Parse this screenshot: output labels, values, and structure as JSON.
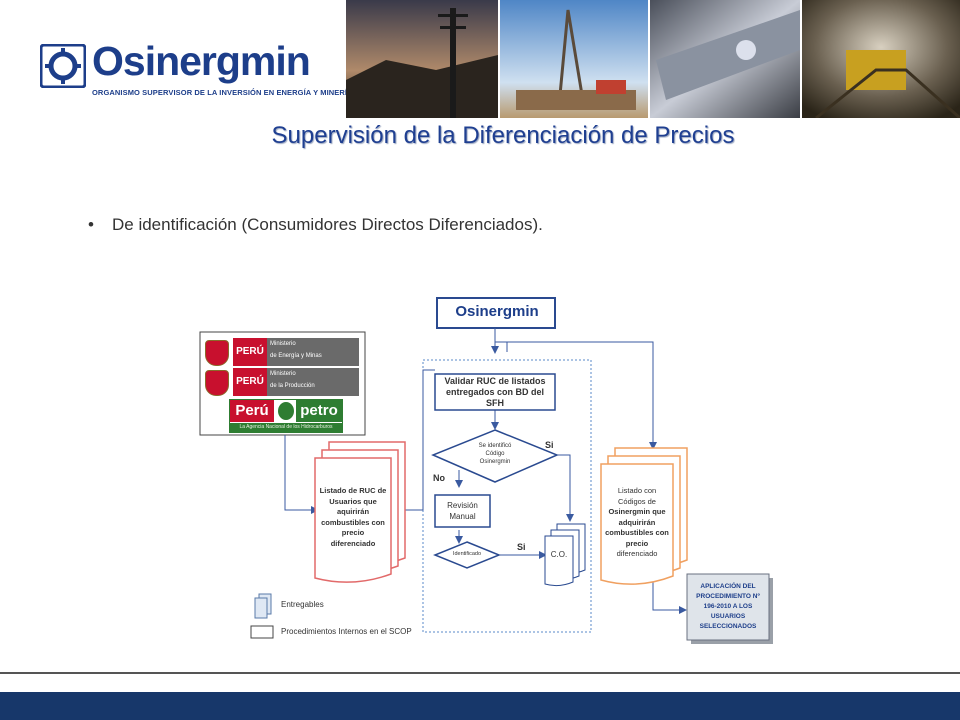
{
  "header": {
    "logo_name": "Osinergmin",
    "logo_subtitle": "ORGANISMO SUPERVISOR DE LA INVERSIÓN EN ENERGÍA Y MINERÍA",
    "photos": [
      "power-lines-photo",
      "drilling-rig-photo",
      "pipeline-welding-photo",
      "mine-tunnel-photo"
    ]
  },
  "slide": {
    "title": "Supervisión de la Diferenciación de Precios",
    "bullet": "De identificación  (Consumidores Directos Diferenciados)."
  },
  "diagram": {
    "top_logo": "Osinergmin",
    "ministry1_country": "PERÚ",
    "ministry1_name_l1": "Ministerio",
    "ministry1_name_l2": "de Energía y Minas",
    "ministry2_country": "PERÚ",
    "ministry2_name_l1": "Ministerio",
    "ministry2_name_l2": "de la Producción",
    "perupetro_a": "Perú",
    "perupetro_b": "petro",
    "perupetro_tagline": "La Agencia Nacional de los Hidrocarburos",
    "left_doc": [
      "Listado de RUC de",
      "Usuarios que",
      "aquirirán",
      "combustibles con",
      "precio",
      "diferenciado"
    ],
    "validate_box": [
      "Validar RUC de listados",
      "entregados con BD del",
      "SFH"
    ],
    "decision1": [
      "Se identificó",
      "Código",
      "Osinergmin"
    ],
    "label_si_1": "Si",
    "label_no": "No",
    "manual_box": [
      "Revisión",
      "Manual"
    ],
    "decision2": "Identificado",
    "label_si_2": "Si",
    "co_doc": "C.O.",
    "right_doc": [
      "Listado con",
      "Códigos de",
      "Osinergmin que",
      "adquirirán",
      "combustibles con",
      "precio",
      "diferenciado"
    ],
    "final_box": [
      "APLICACIÓN DEL",
      "PROCEDIMIENTO Nº",
      "196-2010  A LOS",
      "USUARIOS",
      "SELECCIONADOS"
    ],
    "legend_deliverables": "Entregables",
    "legend_procedures": "Procedimientos Internos en el SCOP"
  },
  "colors": {
    "brand_blue": "#1d3e8a",
    "footer_blue": "#17376a",
    "doc_red": "#e26a6a",
    "doc_orange": "#f0a060",
    "ministry_red": "#c8102e",
    "perupetro_green": "#2e7d32"
  }
}
